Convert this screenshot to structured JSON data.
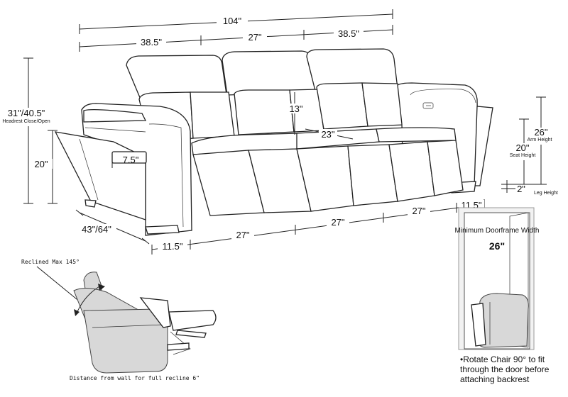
{
  "dimensions": {
    "total_width": "104\"",
    "seat_section_left": "38.5\"",
    "seat_section_middle": "27\"",
    "seat_section_right": "38.5\"",
    "back_height": "13\"",
    "seat_depth": "23\"",
    "headrest_height": "31\"/40.5\"",
    "headrest_caption": "Headrest Close/Open",
    "side_height": "20\"",
    "cupholder_width": "7.5\"",
    "depth": "43\"/64\"",
    "front_arm_left": "11.5\"",
    "front_seat_1": "27\"",
    "front_seat_2": "27\"",
    "front_seat_3": "27\"",
    "front_arm_right": "11.5\"",
    "arm_height": "26\"",
    "arm_height_caption": "Arm Height",
    "seat_height": "20\"",
    "seat_height_caption": "Seat Height",
    "leg_height": "2\"",
    "leg_height_caption": "Leg Height"
  },
  "recline": {
    "angle_label": "Reclined Max 145°",
    "wall_distance": "Distance from wall for full recline 6\""
  },
  "doorframe": {
    "title": "Minimum Doorframe Width",
    "width": "26\"",
    "note": "•Rotate Chair 90° to fit through the door before attaching backrest"
  }
}
